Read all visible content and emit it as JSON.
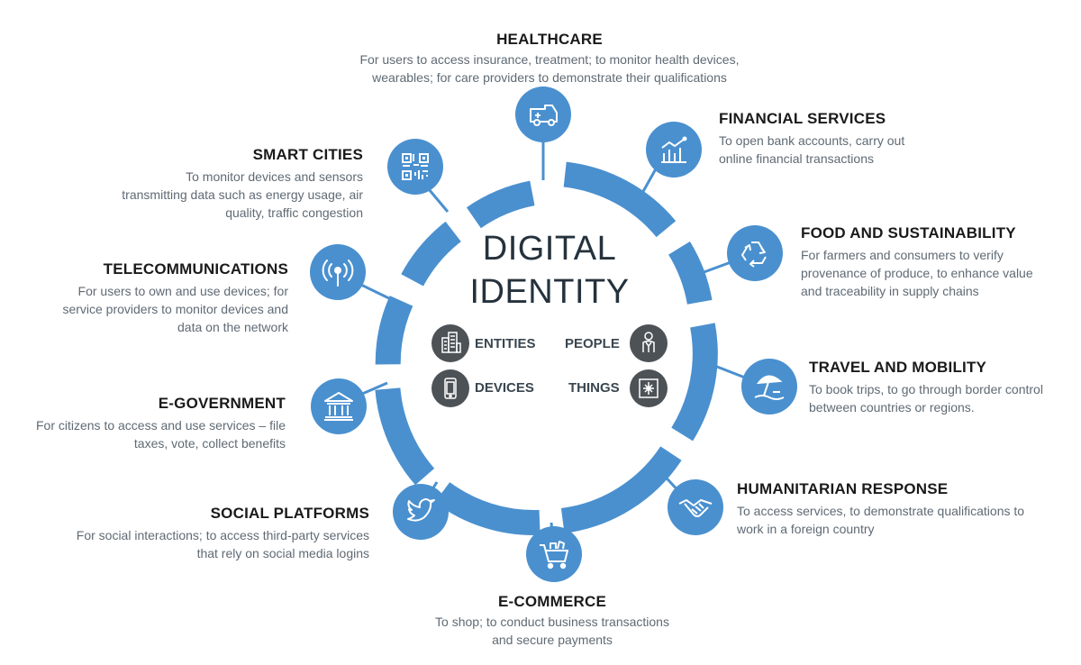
{
  "center": {
    "title_line1": "DIGITAL",
    "title_line2": "IDENTITY",
    "entities": "ENTITIES",
    "people": "PEOPLE",
    "devices": "DEVICES",
    "things": "THINGS"
  },
  "sectors": {
    "healthcare": {
      "title": "HEALTHCARE",
      "desc1": "For users to access insurance, treatment; to monitor health devices,",
      "desc2": "wearables; for care providers to demonstrate their qualifications"
    },
    "financial": {
      "title": "FINANCIAL SERVICES",
      "desc1": "To open bank accounts, carry out",
      "desc2": "online financial transactions"
    },
    "food": {
      "title": "FOOD AND SUSTAINABILITY",
      "desc1": "For farmers and consumers to verify",
      "desc2": "provenance of produce, to enhance value",
      "desc3": "and traceability in supply chains"
    },
    "travel": {
      "title": "TRAVEL AND MOBILITY",
      "desc1": "To book trips, to go through border control",
      "desc2": "between countries or regions."
    },
    "humanitarian": {
      "title": "HUMANITARIAN RESPONSE",
      "desc1": "To access services, to demonstrate qualifications to",
      "desc2": "work in a foreign country"
    },
    "ecommerce": {
      "title": "E-COMMERCE",
      "desc1": "To shop; to conduct business transactions",
      "desc2": "and secure payments"
    },
    "social": {
      "title": "SOCIAL PLATFORMS",
      "desc1": "For social interactions; to access third-party services",
      "desc2": "that rely on social media logins"
    },
    "egov": {
      "title": "E-GOVERNMENT",
      "desc1": "For citizens to access and use services – file",
      "desc2": "taxes, vote, collect benefits"
    },
    "telecom": {
      "title": "TELECOMMUNICATIONS",
      "desc1": "For users to own and use devices; for",
      "desc2": "service providers to monitor devices and",
      "desc3": "data on the network"
    },
    "smartcities": {
      "title": "SMART CITIES",
      "desc1": "To monitor devices and sensors",
      "desc2": "transmitting data such as energy usage, air",
      "desc3": "quality, traffic congestion"
    }
  },
  "colors": {
    "ring": "#4a90cf",
    "node": "#4a90cf",
    "inner_icon": "#4d5257",
    "title": "#1a1a1a",
    "desc": "#5f6a74"
  },
  "icons": {
    "healthcare": "ambulance-icon",
    "financial": "chart-icon",
    "food": "recycle-icon",
    "travel": "beach-umbrella-icon",
    "humanitarian": "handshake-icon",
    "ecommerce": "shopping-cart-icon",
    "social": "twitter-bird-icon",
    "egov": "government-building-icon",
    "telecom": "broadcast-icon",
    "smartcities": "qr-code-icon",
    "entities": "buildings-icon",
    "people": "person-icon",
    "devices": "smartphone-icon",
    "things": "package-icon"
  }
}
